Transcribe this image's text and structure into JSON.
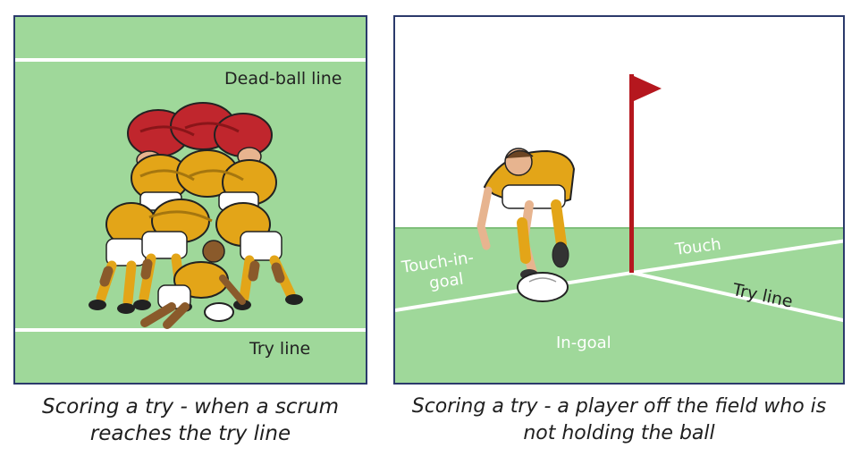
{
  "left_panel": {
    "dead_ball_label": "Dead-ball line",
    "try_line_label": "Try line",
    "caption_line1": "Scoring a try - when a scrum",
    "caption_line2": "reaches the try line"
  },
  "right_panel": {
    "touch_in_goal_line1": "Touch-in-",
    "touch_in_goal_line2": "goal",
    "touch_label": "Touch",
    "try_line_label": "Try line",
    "in_goal_label": "In-goal",
    "caption_line1": "Scoring a try - a player off the field who is",
    "caption_line2": "not holding the ball"
  },
  "colors": {
    "pitch": "#9fd89a",
    "border": "#2b3a6b",
    "team_attack": "#e3a518",
    "team_defend": "#c0262d",
    "flag": "#b5171e"
  }
}
